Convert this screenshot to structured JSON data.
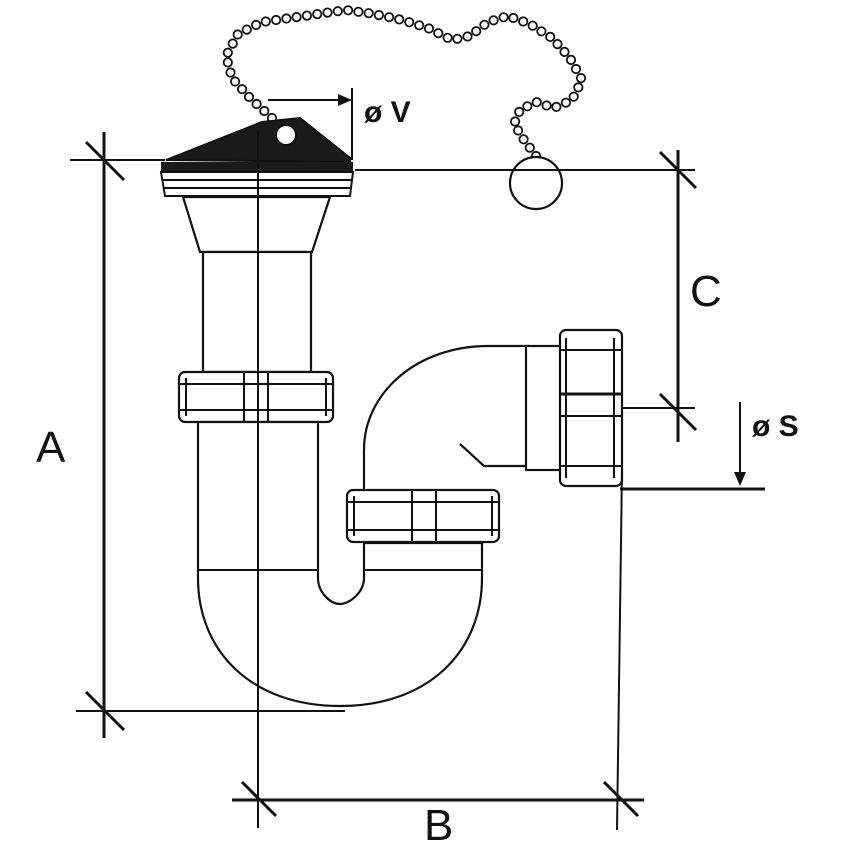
{
  "diagram": {
    "labels": {
      "A": "A",
      "B": "B",
      "C": "C",
      "V": "ø V",
      "S": "ø S"
    },
    "colors": {
      "stroke": "#111111",
      "background": "#ffffff",
      "plug": "#1a1a1a"
    },
    "chain_bead_count": 60
  }
}
